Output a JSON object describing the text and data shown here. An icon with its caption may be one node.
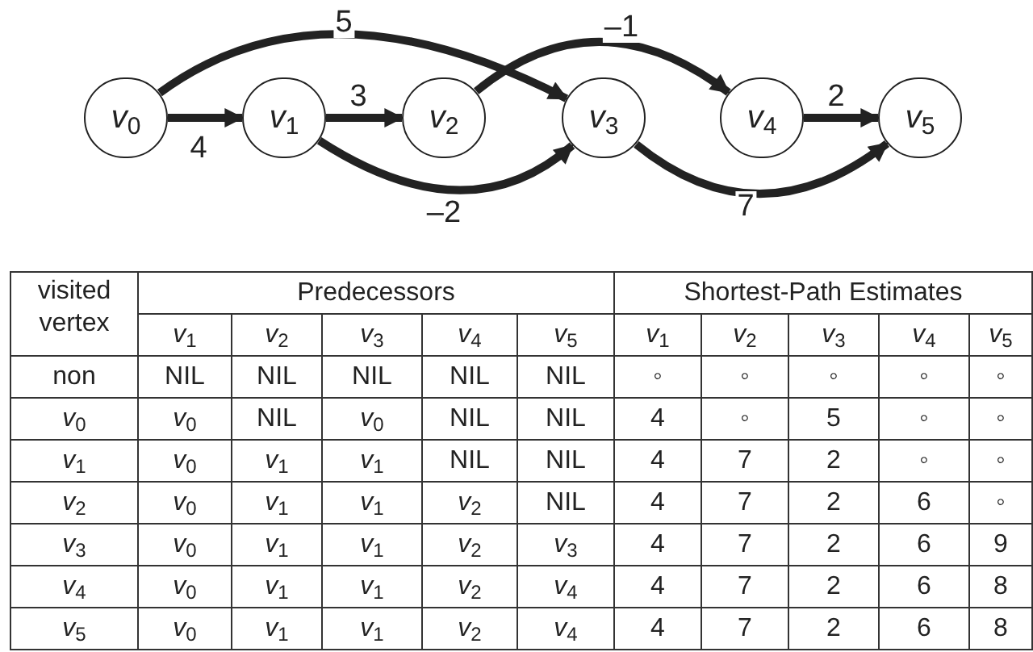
{
  "diagram": {
    "nodes": [
      {
        "text": [
          "*v*$_{0}$"
        ]
      },
      {
        "text": [
          "*v*$_{1}$"
        ]
      },
      {
        "text": [
          "*v*$_{2}$"
        ]
      },
      {
        "text": [
          "*v*$_{3}$"
        ]
      },
      {
        "text": [
          "*v*$_{4}$"
        ]
      },
      {
        "text": [
          "*v*$_{5}$"
        ]
      }
    ],
    "edges": [
      {
        "from": 0,
        "to": 1,
        "arrow": "to",
        "label": "4"
      },
      {
        "from": 0,
        "to": 3,
        "arrow": "to",
        "label": "5"
      },
      {
        "from": 1,
        "to": 2,
        "arrow": "to",
        "label": "3"
      },
      {
        "from": 1,
        "to": 3,
        "arrow": "to",
        "label": "–2"
      },
      {
        "from": 2,
        "to": 4,
        "arrow": "to",
        "label": "–1"
      },
      {
        "from": 3,
        "to": 5,
        "arrow": "to",
        "label": "7"
      },
      {
        "from": 4,
        "to": 5,
        "arrow": "to",
        "label": "2"
      }
    ],
    "labels": [
      "visited vertex",
      "Predecessors",
      "Shortest-Path Estimates",
      "*v*$_{1}$",
      "*v*$_{2}$",
      "*v*$_{3}$",
      "*v*$_{4}$",
      "*v*$_{5}$",
      "*v*$_{1}$",
      "*v*$_{2}$",
      "*v*$_{3}$",
      "*v*$_{4}$",
      "*v*$_{5}$",
      "non",
      "NIL",
      "NIL",
      "NIL",
      "NIL",
      "NIL",
      "◦",
      "◦",
      "◦",
      "◦",
      "◦",
      "*v*$_{0}$",
      "*v*$_{0}$",
      "NIL",
      "*v*$_{0}$",
      "NIL",
      "NIL",
      "4",
      "◦",
      "5",
      "◦",
      "◦",
      "*v*$_{1}$",
      "*v*$_{0}$",
      "*v*$_{1}$",
      "*v*$_{1}$",
      "NIL",
      "NIL",
      "4",
      "7",
      "2",
      "◦",
      "◦",
      "*v*$_{2}$",
      "*v*$_{0}$",
      "*v*$_{1}$",
      "*v*$_{1}$",
      "*v*$_{2}$",
      "NIL",
      "4",
      "7",
      "2",
      "6",
      "◦",
      "*v*$_{3}$",
      "*v*$_{0}$",
      "*v*$_{1}$",
      "*v*$_{1}$",
      "*v*$_{2}$",
      "*v*$_{3}$",
      "4",
      "7",
      "2",
      "6",
      "9",
      "*v*$_{4}$",
      "*v*$_{0}$",
      "*v*$_{1}$",
      "*v*$_{1}$",
      "*v*$_{2}$",
      "*v*$_{4}$",
      "4",
      "7",
      "2",
      "6",
      "8",
      "*v*$_{5}$",
      "*v*$_{0}$",
      "*v*$_{1}$",
      "*v*$_{1}$",
      "*v*$_{2}$",
      "*v*$_{4}$",
      "4",
      "7",
      "2",
      "6",
      "8"
    ]
  }
}
